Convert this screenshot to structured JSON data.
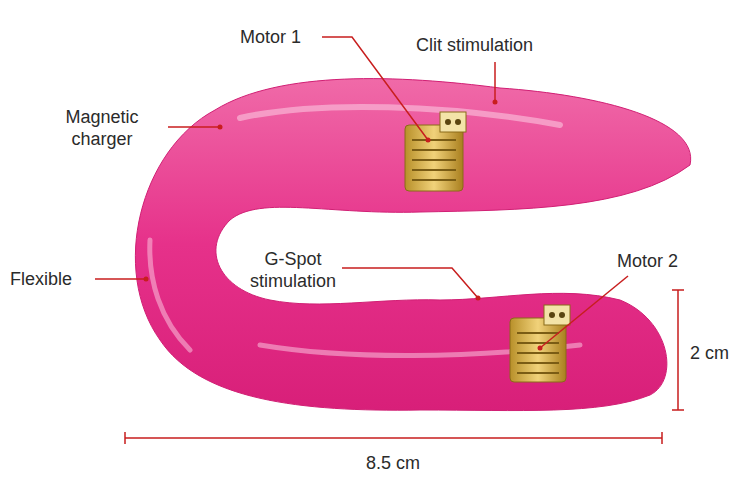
{
  "diagram": {
    "labels": [
      "Motor 1",
      "Clit stimulation",
      "Magnetic charger",
      "Flexible",
      "G-Spot stimulation",
      "Motor 2",
      "2 cm",
      "8.5 cm"
    ]
  }
}
